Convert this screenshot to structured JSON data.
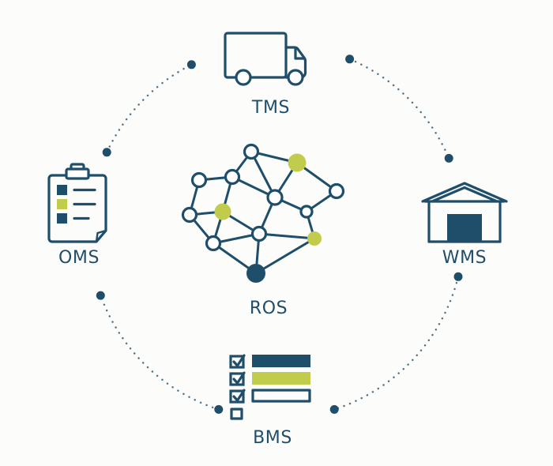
{
  "colors": {
    "navy": "#1f4e6b",
    "lime": "#c1cc4c",
    "bg": "#fcfcfa"
  },
  "center": {
    "label": "ROS",
    "icon": "brain-network-icon"
  },
  "satellites": [
    {
      "id": "tms",
      "label": "TMS",
      "icon": "truck-icon",
      "position": "top"
    },
    {
      "id": "wms",
      "label": "WMS",
      "icon": "warehouse-icon",
      "position": "right"
    },
    {
      "id": "bms",
      "label": "BMS",
      "icon": "checklist-icon",
      "position": "bottom"
    },
    {
      "id": "oms",
      "label": "OMS",
      "icon": "clipboard-icon",
      "position": "left"
    }
  ],
  "ring": {
    "style": "dotted-circle",
    "endpoint_dots": 8
  }
}
